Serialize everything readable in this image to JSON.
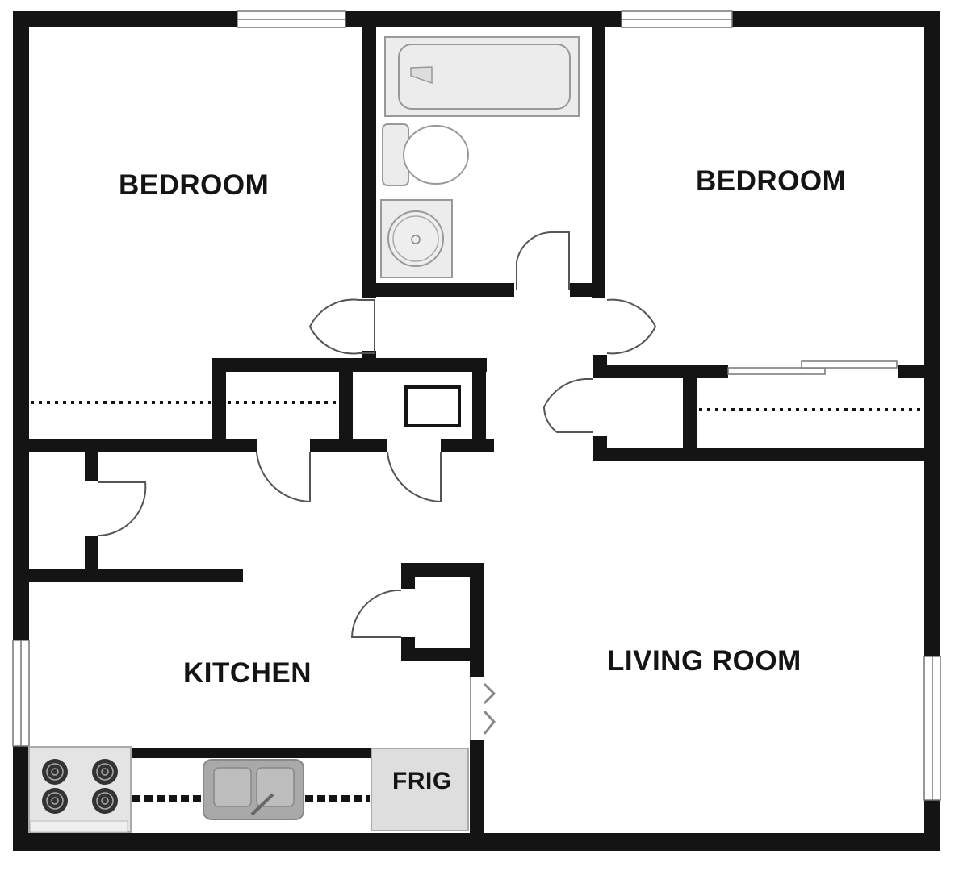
{
  "rooms": {
    "bedroom_left": {
      "label": "BEDROOM"
    },
    "bedroom_right": {
      "label": "BEDROOM"
    },
    "kitchen": {
      "label": "KITCHEN"
    },
    "living_room": {
      "label": "LIVING ROOM"
    },
    "bathroom": {
      "label": ""
    }
  },
  "fixtures": {
    "fridge": {
      "label": "FRIG"
    },
    "stove": {
      "burners": 4
    },
    "sink": {
      "basins": 2
    }
  },
  "colors": {
    "wall": "#141414",
    "fixture_fill": "#ececec",
    "sink_fill": "#a9a9a9",
    "background": "#ffffff"
  }
}
